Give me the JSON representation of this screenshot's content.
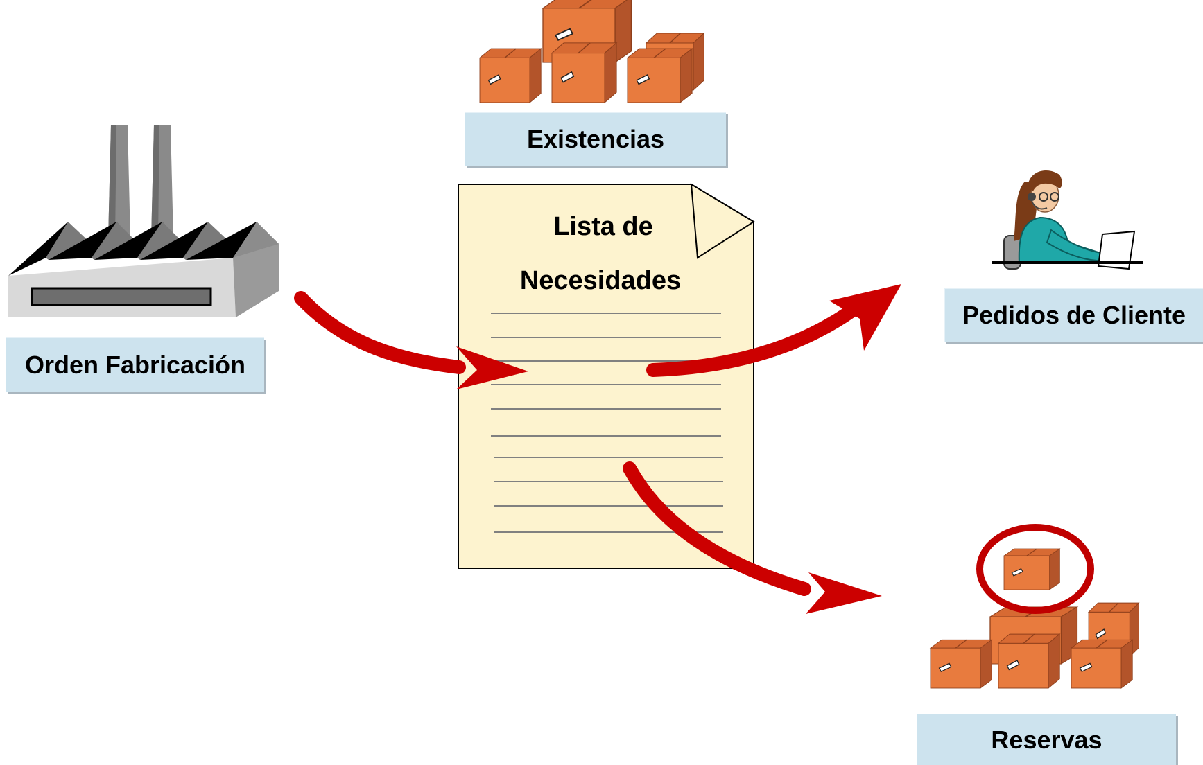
{
  "nodes": {
    "production_order": {
      "label": "Orden Fabricación",
      "icon": "factory-icon"
    },
    "stock": {
      "label": "Existencias",
      "icon": "boxes-stack-icon"
    },
    "requirements_list": {
      "title_line1": "Lista de",
      "title_line2": "Necesidades",
      "icon": "document-icon"
    },
    "customer_orders": {
      "label": "Pedidos de Cliente",
      "icon": "customer-service-agent-icon"
    },
    "reservations": {
      "label": "Reservas",
      "icon": "reserved-boxes-icon"
    }
  },
  "edges": [
    {
      "from": "Orden Fabricación",
      "to": "Lista de Necesidades"
    },
    {
      "from": "Lista de Necesidades",
      "to": "Pedidos de Cliente"
    },
    {
      "from": "Lista de Necesidades",
      "to": "Reservas"
    }
  ],
  "colors": {
    "label_fill": "#cde3ee",
    "label_shadow": "#a9b6bf",
    "document_fill": "#fdf3cf",
    "arrow": "#cc0000",
    "box_front": "#e87b3e",
    "box_side": "#b3542a",
    "box_top": "#d76a33",
    "factory_gray": "#8a8a8a",
    "highlight_ring": "#c00000"
  }
}
